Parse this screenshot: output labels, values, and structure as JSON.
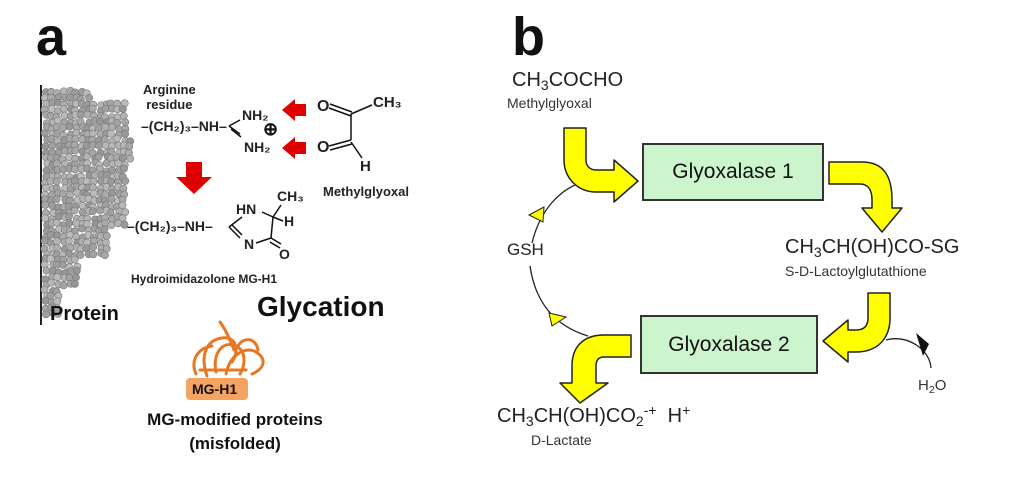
{
  "panel_a": {
    "label": "a",
    "protein_label": "Protein",
    "arginine_label_line1": "Arginine",
    "arginine_label_line2": "residue",
    "arginine_chain": "–(CH₂)₃–NH–",
    "nh2_top": "NH₂",
    "nh2_bottom": "NH₂",
    "charge": "⊕",
    "mg_o_top": "O",
    "mg_ch3": "CH₃",
    "mg_o_bottom": "O",
    "mg_h": "H",
    "methylglyoxal_label": "Methylglyoxal",
    "product_chain": "–(CH₂)₃–NH–",
    "ring_hn": "HN",
    "ring_ch3": "CH₃",
    "ring_h": "H",
    "ring_n": "N",
    "ring_o": "O",
    "product_label": "Hydroimidazolone MG-H1",
    "process_label": "Glycation",
    "badge_label": "MG-H1",
    "caption_line1": "MG-modified proteins",
    "caption_line2": "(misfolded)",
    "colors": {
      "arrow": "#e00000",
      "protein": "#9a9a9a",
      "misfold": "#e87722",
      "badge": "#f4a460"
    }
  },
  "panel_b": {
    "label": "b",
    "substrate_formula": "CH3COCHO",
    "substrate_name": "Methylglyoxal",
    "enzyme1": "Glyoxalase 1",
    "intermediate_formula": "CH3CH(OH)CO-SG",
    "intermediate_name": "S-D-Lactoylglutathione",
    "enzyme2": "Glyoxalase 2",
    "cofactor": "GSH",
    "water": "H2O",
    "product_formula": "CH3CH(OH)CO2⁻+",
    "product_proton": "H⁺",
    "product_name": "D-Lactate",
    "colors": {
      "arrow": "#ffff00",
      "enzyme_fill": "#cdf5cd",
      "outline": "#222222"
    }
  }
}
